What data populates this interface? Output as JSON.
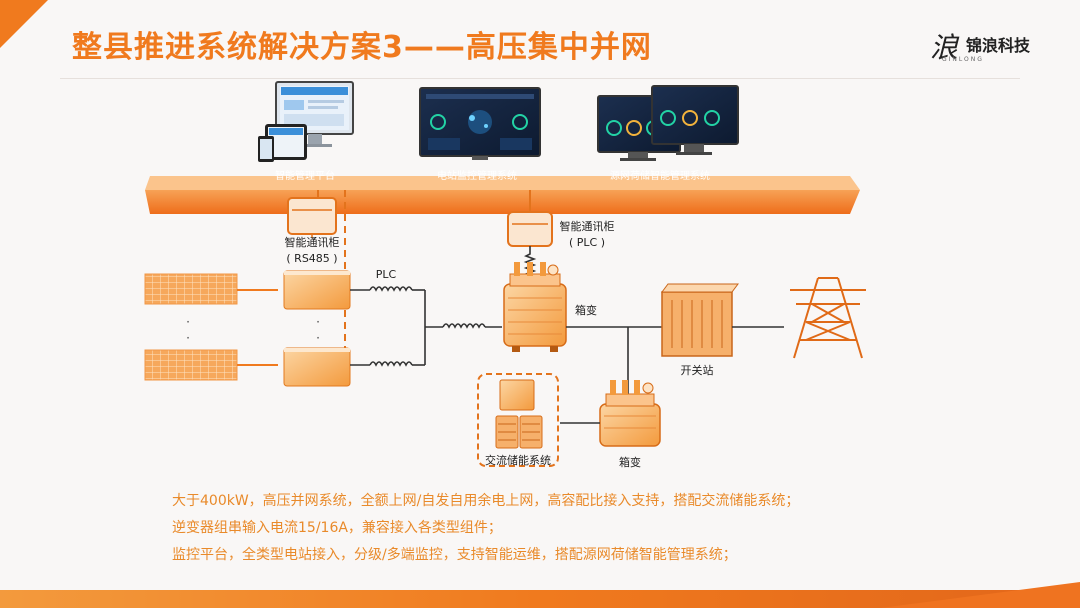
{
  "slide": {
    "title": "整县推进系统解决方案3——高压集中并网",
    "logo": {
      "mark": "浪",
      "name": "锦浪科技",
      "sub": "GINLONG"
    }
  },
  "platform": {
    "items": [
      "智能管理平台",
      "电站监控管理系统",
      "源网荷储智能管理系统"
    ]
  },
  "diagram": {
    "comm_cabinet_left": {
      "name": "智能通讯柜",
      "protocol": "( RS485 )"
    },
    "comm_cabinet_right": {
      "name": "智能通讯柜",
      "protocol": "( PLC )"
    },
    "plc_label": "PLC",
    "box_transformer_top": "箱变",
    "box_transformer_bottom": "箱变",
    "switch_station": "开关站",
    "ac_storage": "交流储能系统",
    "ellipsis": "·"
  },
  "description": {
    "lines": [
      "大于400kW，高压并网系统，全额上网/自发自用余电上网，高容配比接入支持，搭配交流储能系统；",
      "逆变器组串输入电流15/16A，兼容接入各类型组件；",
      "监控平台，全类型电站接入，分级/多端监控，支持智能运维，搭配源网荷储智能管理系统；"
    ]
  },
  "colors": {
    "accent": "#f07a1e",
    "text_accent": "#e98a2a",
    "dark": "#222222"
  }
}
